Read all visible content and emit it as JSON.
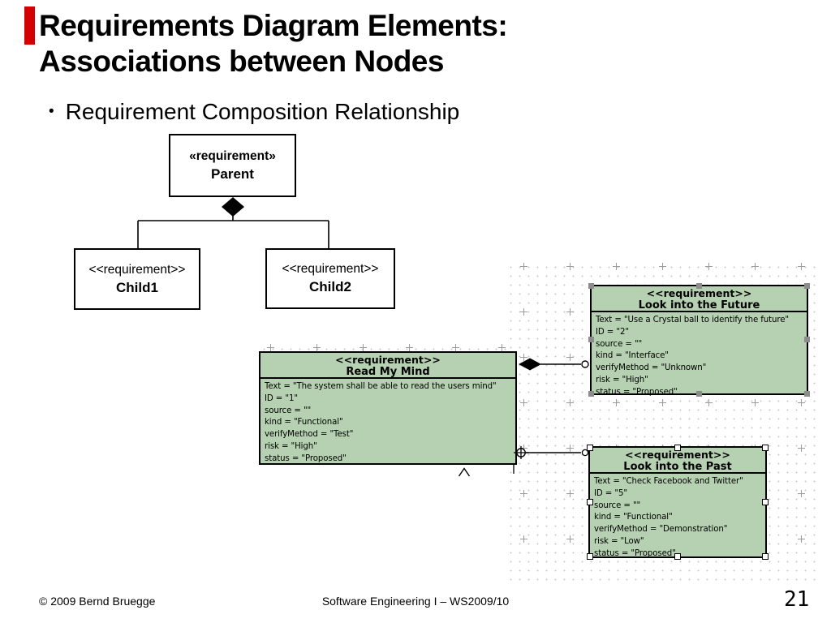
{
  "slide": {
    "title_line1": "Requirements Diagram Elements:",
    "title_line2": "Associations between Nodes",
    "bullet_marker": "•",
    "bullet_text": "Requirement Composition Relationship",
    "footer": {
      "copyright": "© 2009 Bernd Bruegge",
      "course": "Software Engineering I – WS2009/10",
      "page_number": "21"
    }
  },
  "uml": {
    "parent": {
      "stereotype": "«requirement»",
      "name": "Parent"
    },
    "child1": {
      "stereotype": "<<requirement>>",
      "name": "Child1"
    },
    "child2": {
      "stereotype": "<<requirement>>",
      "name": "Child2"
    }
  },
  "requirements": [
    {
      "stereotype": "<<requirement>>",
      "name": "Read My Mind",
      "attributes": [
        "Text = \"The system shall be able to read the users mind\"",
        "ID = \"1\"",
        "source = \"\"",
        "kind = \"Functional\"",
        "verifyMethod = \"Test\"",
        "risk = \"High\"",
        "status = \"Proposed\""
      ]
    },
    {
      "stereotype": "<<requirement>>",
      "name": "Look into the Future",
      "attributes": [
        "Text = \"Use a Crystal ball to identify the future\"",
        "ID = \"2\"",
        "source = \"\"",
        "kind = \"Interface\"",
        "verifyMethod = \"Unknown\"",
        "risk = \"High\"",
        "status = \"Proposed\""
      ]
    },
    {
      "stereotype": "<<requirement>>",
      "name": "Look into the Past",
      "attributes": [
        "Text = \"Check Facebook and Twitter\"",
        "ID = \"5\"",
        "source = \"\"",
        "kind = \"Functional\"",
        "verifyMethod = \"Demonstration\"",
        "risk = \"Low\"",
        "status = \"Proposed\""
      ]
    }
  ],
  "colors": {
    "accent_red": "#d40000",
    "requirement_fill": "#b6d1b1",
    "grid_dot": "#c9c9c9",
    "grid_plus": "#9c9c9c",
    "selection_handle_gray": "#8c8c8c"
  }
}
